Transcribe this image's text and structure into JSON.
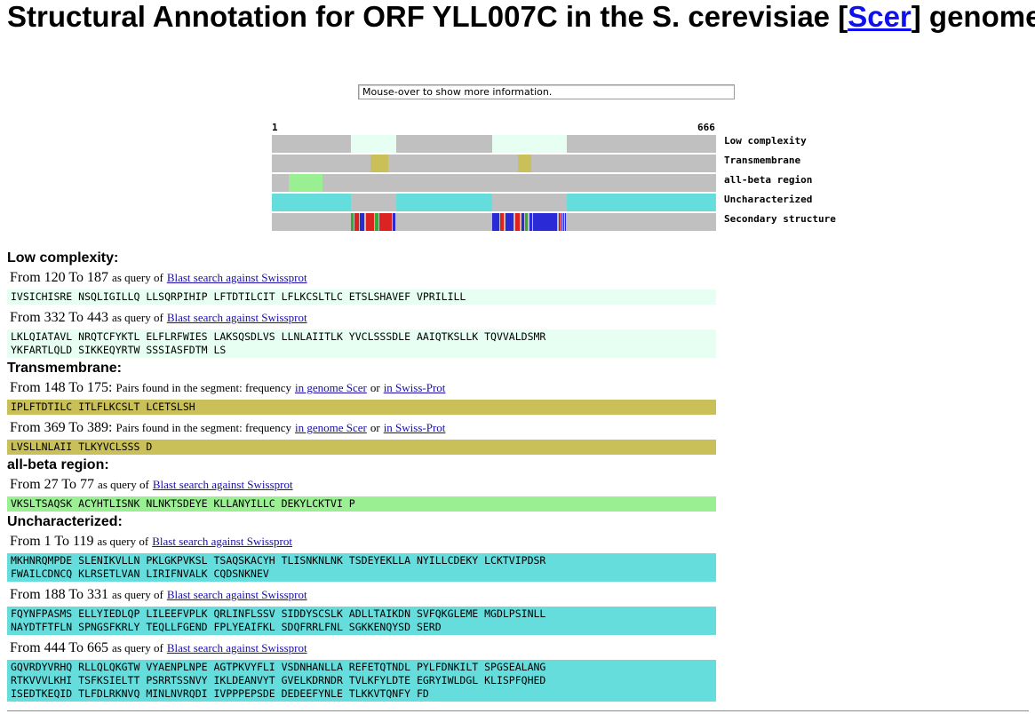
{
  "page": {
    "title_prefix": "Structural Annotation for ORF YLL007C in the S. cerevisiae [",
    "title_link": "Scer",
    "title_suffix": "] genome",
    "info_text": "Mouse-over to show more information."
  },
  "track": {
    "start_label": "1",
    "end_label": "666",
    "labels": [
      "Low complexity",
      "Transmembrane",
      "all-beta region",
      "Uncharacterized",
      "Secondary structure"
    ]
  },
  "colors": {
    "track_bg": "#c0c0c0",
    "low_complexity": "#e6fff2",
    "transmembrane": "#c9c05a",
    "all_beta": "#9aef92",
    "uncharacterized": "#66dddd",
    "helix": "#2a2ad6",
    "strand": "#dd2222",
    "coil": "#33aa33"
  },
  "sections": {
    "low_complexity": {
      "heading": "Low complexity:",
      "entries": [
        {
          "range": "From 120 To 187",
          "note": "as query of",
          "link": "Blast search against Swissprot",
          "seq": "IVSICHISRE NSQLIGILLQ LLSQRPIHIP LFTDTILCIT LFLKCSLTLC ETSLSHAVEF VPRILILL"
        },
        {
          "range": "From 332 To 443",
          "note": "as query of",
          "link": "Blast search against Swissprot",
          "seq": "LKLQIATAVL NRQTCFYKTL ELFLRFWIES LAKSQSDLVS LLNLAIITLK YVCLSSSDLE AAIQTKSLLK TQVVALDSMR\nYKFARTLQLD SIKKEQYRTW SSSIASFDTM LS"
        }
      ]
    },
    "transmembrane": {
      "heading": "Transmembrane:",
      "entries": [
        {
          "range": "From 148 To 175:",
          "note": "Pairs found in the segment: frequency",
          "link1": "in genome Scer",
          "or": "or",
          "link2": "in Swiss-Prot",
          "seq": "IPLFTDTILC ITLFLKCSLT LCETSLSH"
        },
        {
          "range": "From 369 To 389:",
          "note": "Pairs found in the segment: frequency",
          "link1": "in genome Scer",
          "or": "or",
          "link2": "in Swiss-Prot",
          "seq": "LVSLLNLAII TLKYVCLSSS D"
        }
      ]
    },
    "all_beta": {
      "heading": "all-beta region:",
      "entries": [
        {
          "range": "From 27 To 77",
          "note": "as query of",
          "link": "Blast search against Swissprot",
          "seq": "VKSLTSAQSK ACYHTLISNK NLNKTSDEYE KLLANYILLC DEKYLCKTVI P"
        }
      ]
    },
    "uncharacterized": {
      "heading": "Uncharacterized:",
      "entries": [
        {
          "range": "From 1 To 119",
          "note": "as query of",
          "link": "Blast search against Swissprot",
          "seq": "MKHNRQMPDE SLENIKVLLN PKLGKPVKSL TSAQSKACYH TLISNKNLNK TSDEYEKLLA NYILLCDEKY LCKTVIPDSR\nFWAILCDNCQ KLRSETLVAN LIRIFNVALK CQDSNKNEV"
        },
        {
          "range": "From 188 To 331",
          "note": "as query of",
          "link": "Blast search against Swissprot",
          "seq": "FQYNFPASMS ELLYIEDLQP LILEEFVPLK QRLINFLSSV SIDDYSCSLK ADLLTAIKDN SVFQKGLEME MGDLPSINLL\nNAYDTFTFLN SPNGSFKRLY TEQLLFGEND FPLYEAIFKL SDQFRRLFNL SGKKENQYSD SERD"
        },
        {
          "range": "From 444 To 665",
          "note": "as query of",
          "link": "Blast search against Swissprot",
          "seq": "GQVRDYVRHQ RLLQLQKGTW VYAENPLNPE AGTPKVYFLI VSDNHANLLA REFETQTNDL PYLFDNKILT SPGSEALANG\nRTKVVVLKHI TSFKSIELTT PSRRTSSNVY IKLDEANVYT GVELKDRNDR TVLKFYLDTE EGRYIWLDGL KLISPFQHED\nISEDTKEQID TLFDLRKNVQ MINLNVRQDI IVPPPEPSDE DEDEEFYNLE TLKKVTQNFY FD"
        }
      ]
    }
  }
}
